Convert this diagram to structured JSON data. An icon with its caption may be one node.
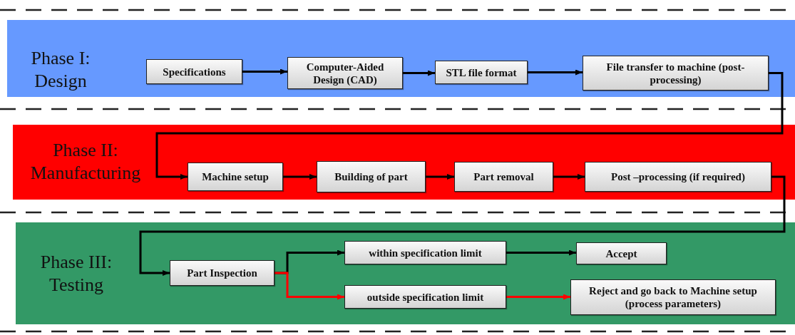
{
  "diagram": {
    "nodes": [
      {
        "text": [
          "Phase I: Design"
        ]
      },
      {
        "text": [
          "Specifications"
        ],
        "in": 0
      },
      {
        "text": [
          "Computer-Aided Design (CAD)"
        ],
        "in": 0
      },
      {
        "text": [
          "STL file format"
        ],
        "in": 0
      },
      {
        "text": [
          "File transfer to machine (post-processing)"
        ],
        "in": 0
      },
      {
        "text": [
          "Phase II: Manufacturing"
        ]
      },
      {
        "text": [
          "Machine setup"
        ],
        "in": 5
      },
      {
        "text": [
          "Building of part"
        ],
        "in": 5
      },
      {
        "text": [
          "Part removal"
        ],
        "in": 5
      },
      {
        "text": [
          "Post –processing (if required)"
        ],
        "in": 5
      },
      {
        "text": [
          "Phase III: Testing"
        ]
      },
      {
        "text": [
          "Part Inspection"
        ],
        "in": 10
      },
      {
        "text": [
          "within specification limit"
        ],
        "in": 10
      },
      {
        "text": [
          "Accept"
        ],
        "in": 10
      },
      {
        "text": [
          "outside specification limit"
        ],
        "in": 10
      },
      {
        "text": [
          "Reject and go back to Machine setup (process parameters)"
        ],
        "in": 10
      }
    ],
    "edges": [
      {
        "from": 1,
        "to": 2,
        "arrow": "to"
      },
      {
        "from": 2,
        "to": 3,
        "arrow": "to"
      },
      {
        "from": 3,
        "to": 4,
        "arrow": "to"
      },
      {
        "from": 4,
        "to": 6,
        "arrow": "to"
      },
      {
        "from": 6,
        "to": 7,
        "arrow": "to"
      },
      {
        "from": 7,
        "to": 8,
        "arrow": "to"
      },
      {
        "from": 8,
        "to": 9,
        "arrow": "to"
      },
      {
        "from": 9,
        "to": 11,
        "arrow": "to"
      },
      {
        "from": 11,
        "to": 12,
        "arrow": "to"
      },
      {
        "from": 12,
        "to": 13,
        "arrow": "to"
      },
      {
        "from": 11,
        "to": 14,
        "arrow": "to",
        "color": "#ff0000"
      },
      {
        "from": 14,
        "to": 15,
        "arrow": "to",
        "color": "#ff0000"
      }
    ]
  }
}
